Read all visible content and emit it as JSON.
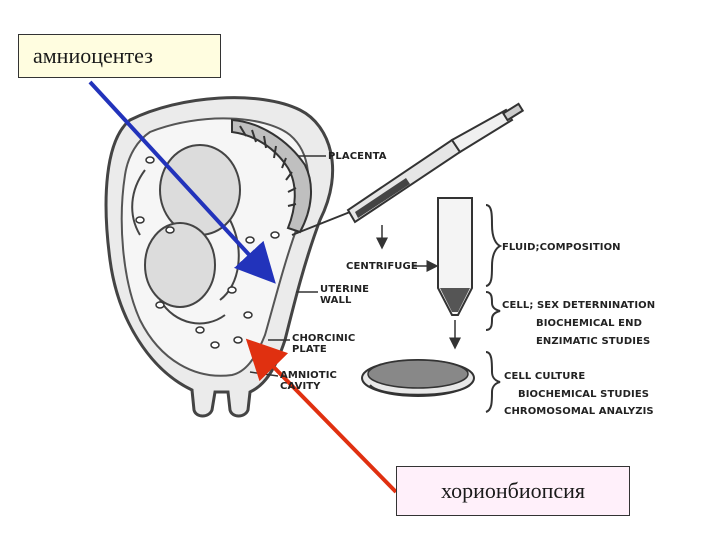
{
  "labels": {
    "amniocentesis": "амниоцентез",
    "chorion_biopsy": "хорионбиопсия"
  },
  "diagram": {
    "placenta": "PLACENTA",
    "centrifuge": "CENTRIFUGE",
    "uterine_wall": "UTERINE\nWALL",
    "chorionic_plate": "CHORCINIC\nPLATE",
    "amniotic_cavity": "AMNIOTIC\nCAVITY",
    "fluid": "FLUID;COMPOSITION",
    "cell_sex": "CELL; SEX DETERNINATION",
    "biochemical_end": "BIOCHEMICAL END",
    "enzimatic": "ENZIMATIC STUDIES",
    "cell_culture": "CELL CULTURE",
    "biochemical_studies": "BIOCHEMICAL STUDIES",
    "chromosomal": "CHROMOSOMAL ANALYZIS"
  },
  "colors": {
    "amnio_arrow": "#2233bb",
    "chorion_arrow": "#e03010"
  }
}
